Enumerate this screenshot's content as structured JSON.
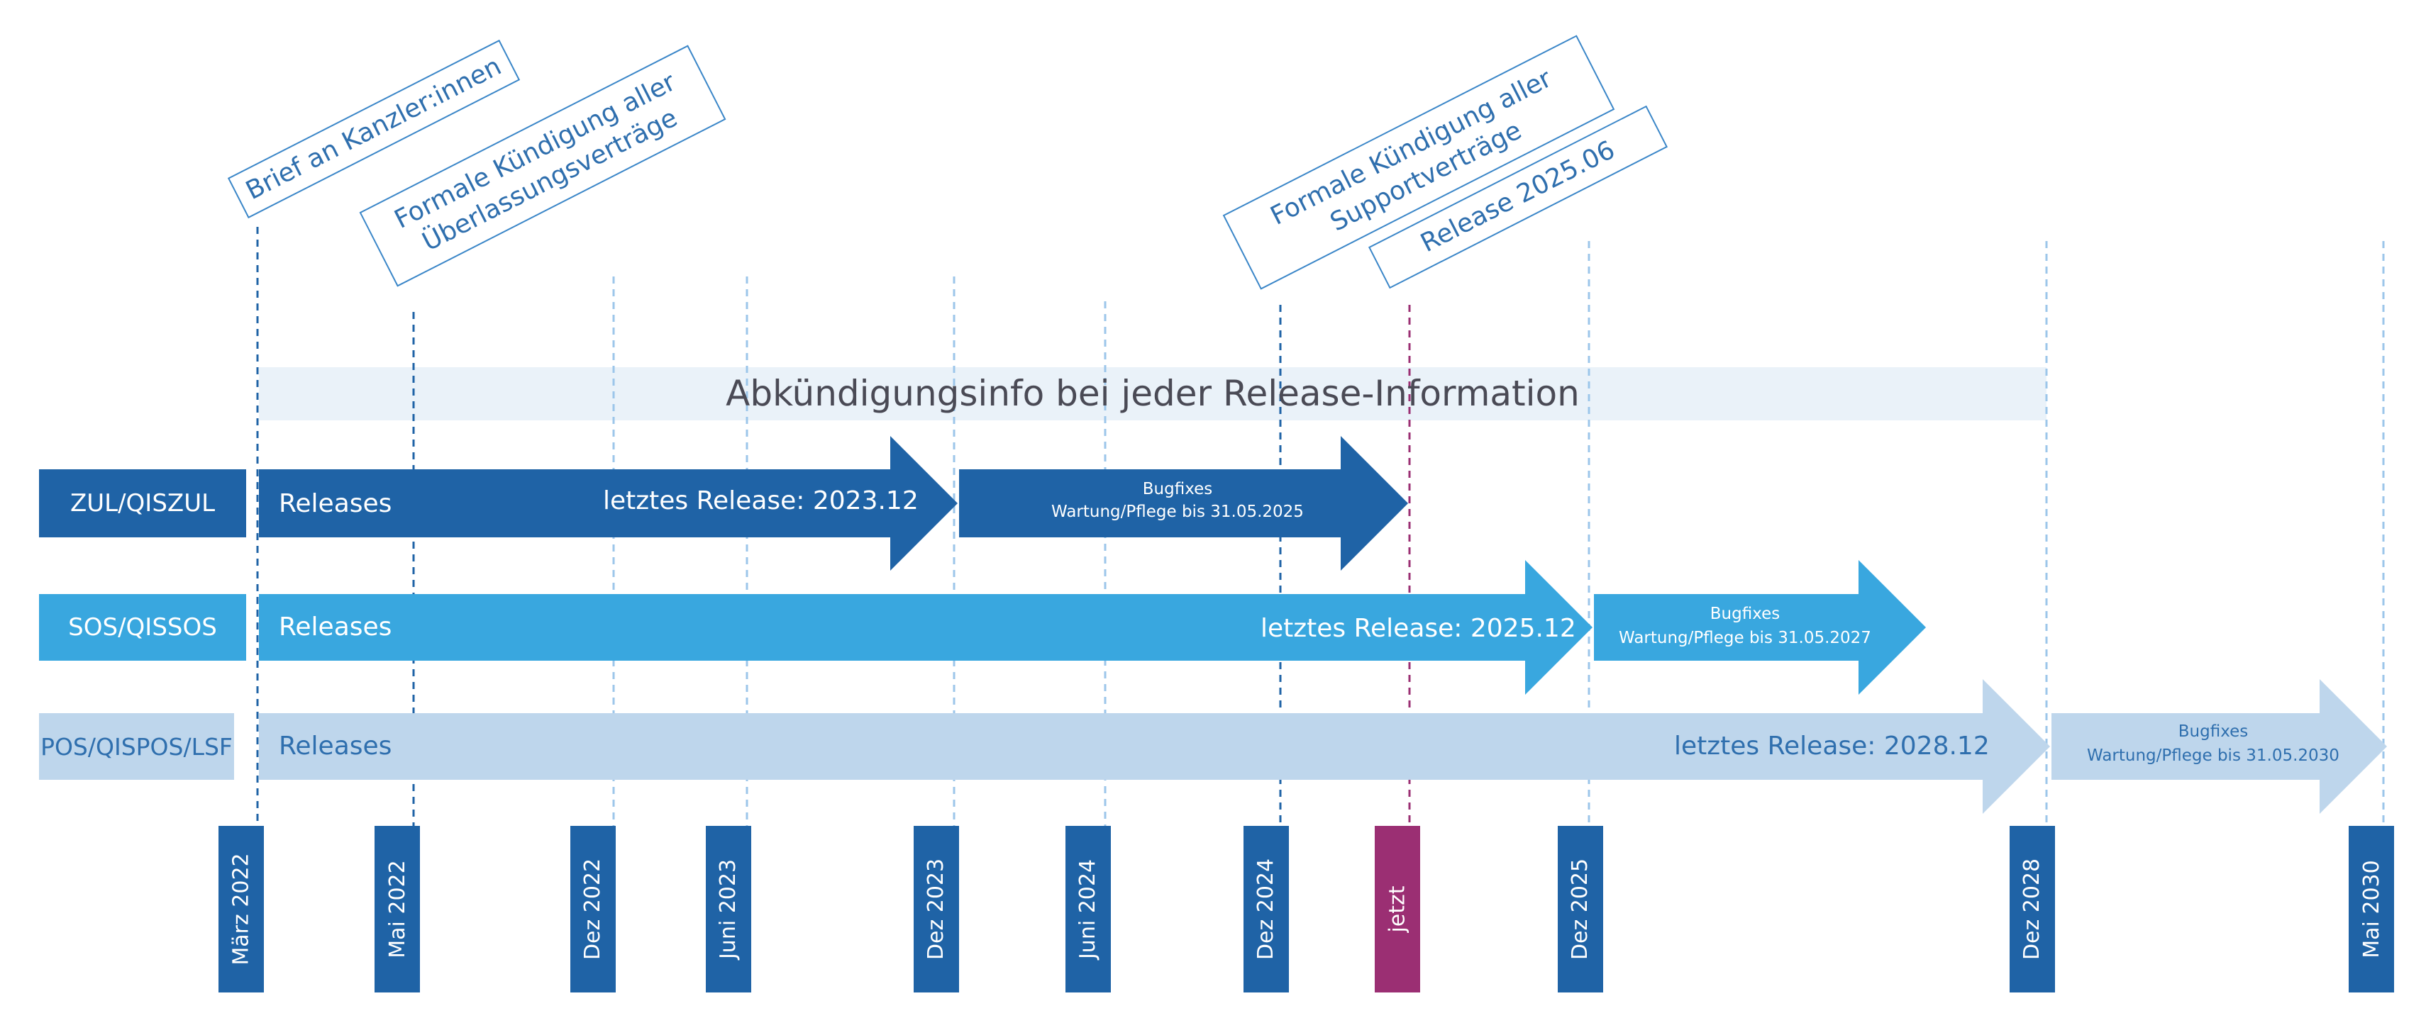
{
  "banner": "Abkündigungsinfo bei jeder Release-Information",
  "callouts": {
    "brief": "Brief an Kanzler:innen",
    "kuendigung_ueberlassung_1": "Formale Kündigung aller",
    "kuendigung_ueberlassung_2": "Überlassungsverträge",
    "kuendigung_support_1": "Formale Kündigung aller",
    "kuendigung_support_2": "Supportverträge",
    "release_2025_06": "Release 2025.06"
  },
  "rows": {
    "zul": {
      "label": "ZUL/QISZUL",
      "releases": "Releases",
      "last_release": "letztes Release: 2023.12",
      "bugfix_1": "Bugfixes",
      "bugfix_2": "Wartung/Pflege bis 31.05.2025"
    },
    "sos": {
      "label": "SOS/QISSOS",
      "releases": "Releases",
      "last_release": "letztes Release: 2025.12",
      "bugfix_1": "Bugfixes",
      "bugfix_2": "Wartung/Pflege bis 31.05.2027"
    },
    "pos": {
      "label": "POS/QISPOS/LSF",
      "releases": "Releases",
      "last_release": "letztes Release: 2028.12",
      "bugfix_1": "Bugfixes",
      "bugfix_2": "Wartung/Pflege bis 31.05.2030"
    }
  },
  "dates": {
    "maerz_2022": "März 2022",
    "mai_2022": "Mai 2022",
    "dez_2022": "Dez 2022",
    "juni_2023": "Juni 2023",
    "dez_2023": "Dez 2023",
    "juni_2024": "Juni 2024",
    "dez_2024": "Dez 2024",
    "jetzt": "jetzt",
    "dez_2025": "Dez 2025",
    "dez_2028": "Dez 2028",
    "mai_2030": "Mai 2030"
  },
  "colors": {
    "dark_blue": "#1f63a6",
    "mid_blue": "#39a7df",
    "light_blue": "#bed6ec",
    "banner_bg": "#eaf2f9",
    "now_magenta": "#9b2f73",
    "text_dark": "#4a4a55"
  }
}
